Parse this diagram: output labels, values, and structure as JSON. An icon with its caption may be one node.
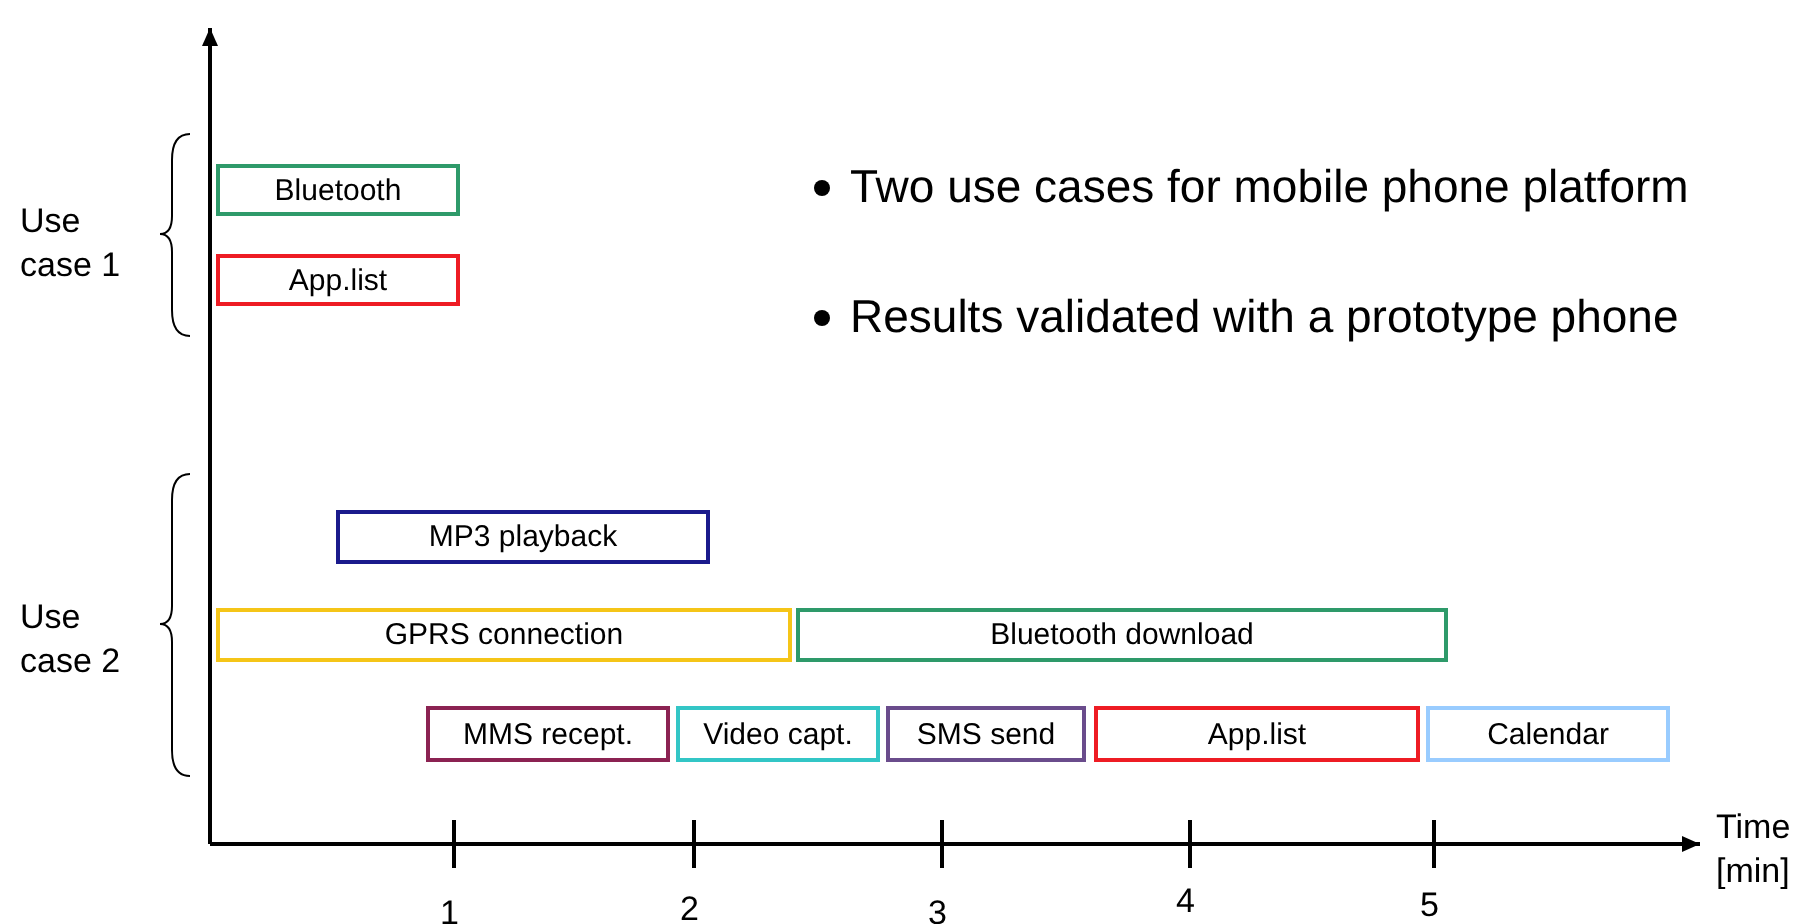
{
  "diagram": {
    "nodes": [
      {
        "text": [
          "Bluetooth"
        ]
      },
      {
        "text": [
          "App.list"
        ]
      },
      {
        "text": [
          "MP3 playback"
        ]
      },
      {
        "text": [
          "GPRS connection"
        ]
      },
      {
        "text": [
          "Bluetooth download"
        ]
      },
      {
        "text": [
          "MMS recept."
        ]
      },
      {
        "text": [
          "Video capt."
        ]
      },
      {
        "text": [
          "SMS send"
        ]
      },
      {
        "text": [
          "App.list"
        ]
      },
      {
        "text": [
          "Calendar"
        ]
      }
    ],
    "labels": [
      "Use case 1",
      "Use case 2",
      "Two use cases for mobile phone platform",
      "Results validated with a prototype phone",
      "1",
      "2",
      "3",
      "4",
      "5",
      "Time [min]"
    ]
  }
}
